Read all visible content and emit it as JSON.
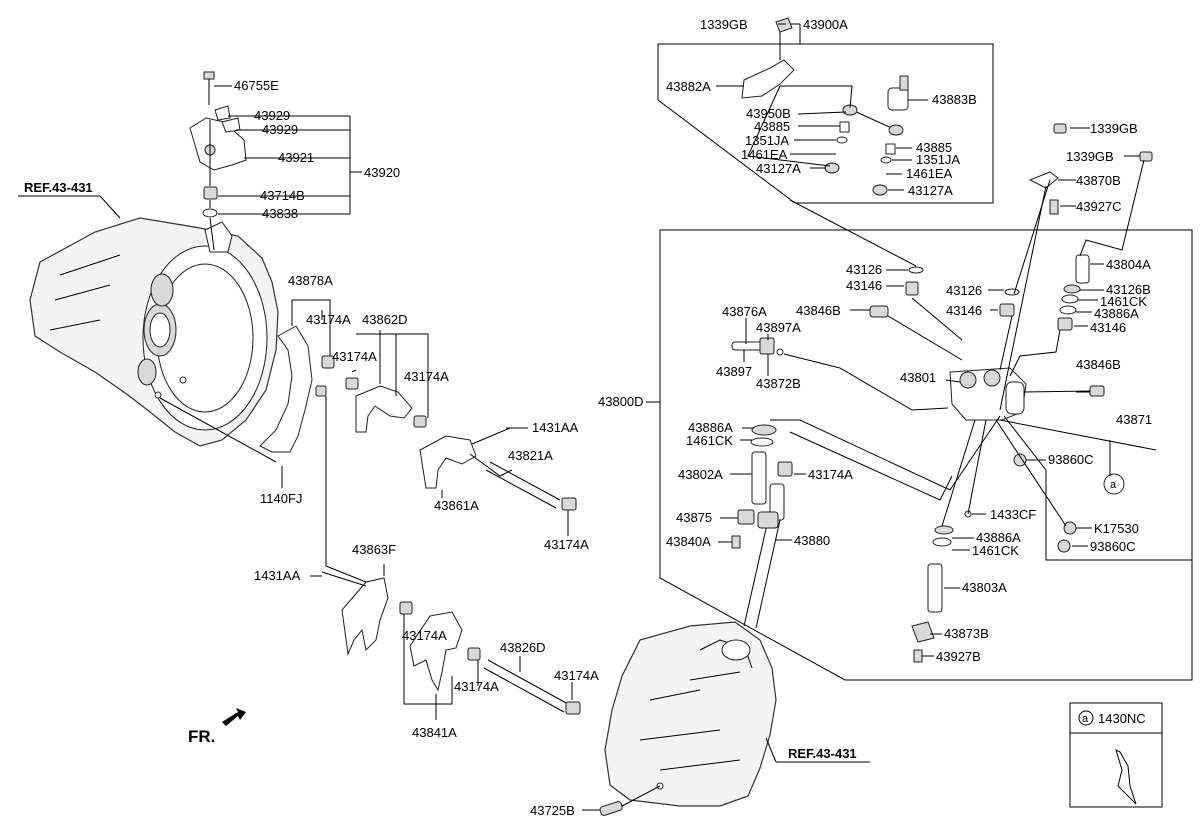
{
  "labels": {
    "p1339GB_a": "1339GB",
    "p43900A": "43900A",
    "p43882A": "43882A",
    "p43883B": "43883B",
    "p43950B": "43950B",
    "p43885_a": "43885",
    "p1351JA_a": "1351JA",
    "p1461EA_a": "1461EA",
    "p43127A_a": "43127A",
    "p43885_b": "43885",
    "p1351JA_b": "1351JA",
    "p1461EA_b": "1461EA",
    "p43127A_b": "43127A",
    "p1339GB_b": "1339GB",
    "p1339GB_c": "1339GB",
    "p43870B": "43870B",
    "p43927C": "43927C",
    "p43804A": "43804A",
    "p43126B": "43126B",
    "p1461CK_a": "1461CK",
    "p43886A_a": "43886A",
    "p43146_a": "43146",
    "p43126_a": "43126",
    "p43146_b": "43146",
    "p43126_b": "43126",
    "p43146_c": "43146",
    "p43846B_a": "43846B",
    "p43846B_b": "43846B",
    "p43876A": "43876A",
    "p43897A": "43897A",
    "p43897": "43897",
    "p43872B": "43872B",
    "p43801": "43801",
    "p43800D": "43800D",
    "p43871": "43871",
    "p43886A_b": "43886A",
    "p1461CK_b": "1461CK",
    "p93860C_a": "93860C",
    "p43802A": "43802A",
    "p43174A_c": "43174A",
    "p43875": "43875",
    "p1433CF": "1433CF",
    "p43840A": "43840A",
    "p43880": "43880",
    "p43886A_c": "43886A",
    "p1461CK_c": "1461CK",
    "pK17530": "K17530",
    "p93860C_b": "93860C",
    "p43803A": "43803A",
    "p43873B": "43873B",
    "p43927B": "43927B",
    "p46755E": "46755E",
    "p43929_a": "43929",
    "p43929_b": "43929",
    "p43921": "43921",
    "p43920": "43920",
    "p43714B": "43714B",
    "p43838": "43838",
    "p43878A": "43878A",
    "p43174A_a": "43174A",
    "p43862D": "43862D",
    "p43174A_b": "43174A",
    "p43174A_d": "43174A",
    "p1431AA_a": "1431AA",
    "p43821A": "43821A",
    "p43861A": "43861A",
    "p43174A_e": "43174A",
    "p1140FJ": "1140FJ",
    "p43863F": "43863F",
    "p1431AA_b": "1431AA",
    "p43174A_f": "43174A",
    "p43826D": "43826D",
    "p43174A_g": "43174A",
    "p43174A_h": "43174A",
    "p43841A": "43841A",
    "p43725B": "43725B",
    "p1430NC": "1430NC",
    "circle_a": "a",
    "circle_a2": "a"
  },
  "refs": {
    "ref_left": "REF.43-431",
    "ref_bottom": "REF.43-431"
  },
  "front_marker": "FR."
}
